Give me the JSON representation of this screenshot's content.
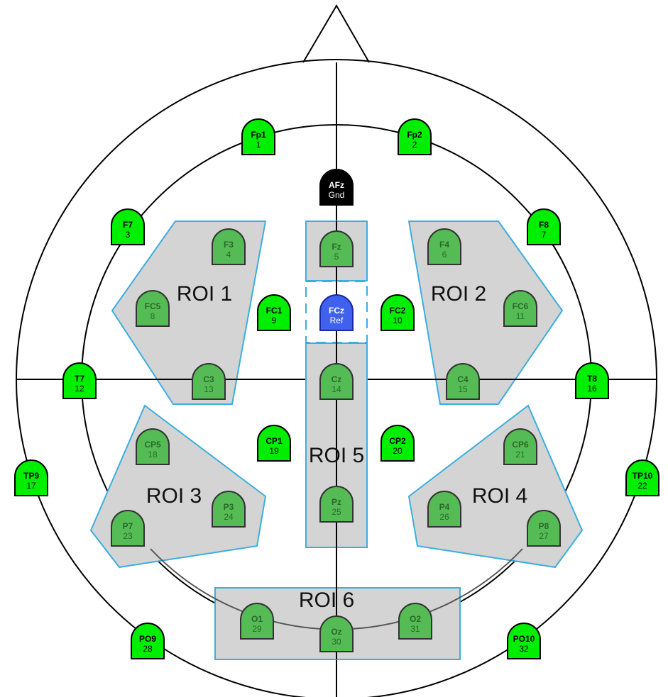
{
  "diagram": {
    "regions": [
      {
        "id": "roi1",
        "label": "ROI 1"
      },
      {
        "id": "roi2",
        "label": "ROI 2"
      },
      {
        "id": "roi3",
        "label": "ROI 3"
      },
      {
        "id": "roi4",
        "label": "ROI 4"
      },
      {
        "id": "roi5",
        "label": "ROI 5"
      },
      {
        "id": "roi6",
        "label": "ROI 6"
      }
    ],
    "electrodes": [
      {
        "name": "Fp1",
        "num": "1",
        "kind": "bright"
      },
      {
        "name": "Fp2",
        "num": "2",
        "kind": "bright"
      },
      {
        "name": "F7",
        "num": "3",
        "kind": "bright"
      },
      {
        "name": "F3",
        "num": "4",
        "kind": "roi"
      },
      {
        "name": "Fz",
        "num": "5",
        "kind": "roi"
      },
      {
        "name": "F4",
        "num": "6",
        "kind": "roi"
      },
      {
        "name": "F8",
        "num": "7",
        "kind": "bright"
      },
      {
        "name": "FC5",
        "num": "8",
        "kind": "roi"
      },
      {
        "name": "FC1",
        "num": "9",
        "kind": "bright"
      },
      {
        "name": "FC2",
        "num": "10",
        "kind": "bright"
      },
      {
        "name": "FC6",
        "num": "11",
        "kind": "roi"
      },
      {
        "name": "T7",
        "num": "12",
        "kind": "bright"
      },
      {
        "name": "C3",
        "num": "13",
        "kind": "roi"
      },
      {
        "name": "Cz",
        "num": "14",
        "kind": "roi"
      },
      {
        "name": "C4",
        "num": "15",
        "kind": "roi"
      },
      {
        "name": "T8",
        "num": "16",
        "kind": "bright"
      },
      {
        "name": "TP9",
        "num": "17",
        "kind": "bright"
      },
      {
        "name": "CP5",
        "num": "18",
        "kind": "roi"
      },
      {
        "name": "CP1",
        "num": "19",
        "kind": "bright"
      },
      {
        "name": "CP2",
        "num": "20",
        "kind": "bright"
      },
      {
        "name": "CP6",
        "num": "21",
        "kind": "roi"
      },
      {
        "name": "TP10",
        "num": "22",
        "kind": "bright"
      },
      {
        "name": "P7",
        "num": "23",
        "kind": "roi"
      },
      {
        "name": "P3",
        "num": "24",
        "kind": "roi"
      },
      {
        "name": "Pz",
        "num": "25",
        "kind": "roi"
      },
      {
        "name": "P4",
        "num": "26",
        "kind": "roi"
      },
      {
        "name": "P8",
        "num": "27",
        "kind": "roi"
      },
      {
        "name": "PO9",
        "num": "28",
        "kind": "bright"
      },
      {
        "name": "O1",
        "num": "29",
        "kind": "roi"
      },
      {
        "name": "Oz",
        "num": "30",
        "kind": "roi"
      },
      {
        "name": "O2",
        "num": "31",
        "kind": "roi"
      },
      {
        "name": "PO10",
        "num": "32",
        "kind": "bright"
      },
      {
        "name": "AFz",
        "num": "Gnd",
        "kind": "ground"
      },
      {
        "name": "FCz",
        "num": "Ref",
        "kind": "reference"
      }
    ],
    "colors": {
      "bright": "#00ee00",
      "roi": "#55bb55",
      "roi_text": "#2a6a2a",
      "ground": "#000000",
      "reference": "#4060ee",
      "region_fill": "#d4d4d4",
      "region_stroke": "#3aaee0",
      "line": "#000000"
    }
  }
}
